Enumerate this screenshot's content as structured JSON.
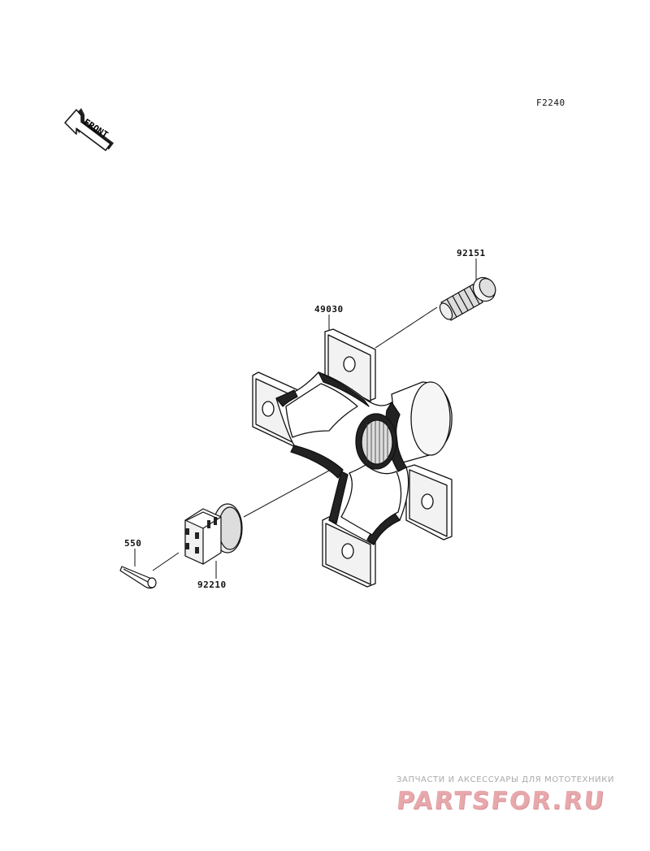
{
  "diagram_code": "F2240",
  "direction_marker": {
    "text": "FRONT",
    "icon": "front-arrow-icon"
  },
  "parts": [
    {
      "number": "92151",
      "component": "bolt"
    },
    {
      "number": "49030",
      "component": "hub"
    },
    {
      "number": "550",
      "component": "cotter-pin"
    },
    {
      "number": "92210",
      "component": "castle-nut"
    }
  ],
  "watermark": {
    "tagline": "ЗАПЧАСТИ И АКСЕССУАРЫ ДЛЯ МОТОТЕХНИКИ",
    "logo": "PARTSFOR.RU",
    "logo_color": "#e7a8ac"
  },
  "colors": {
    "line": "#111111",
    "background": "#ffffff"
  }
}
